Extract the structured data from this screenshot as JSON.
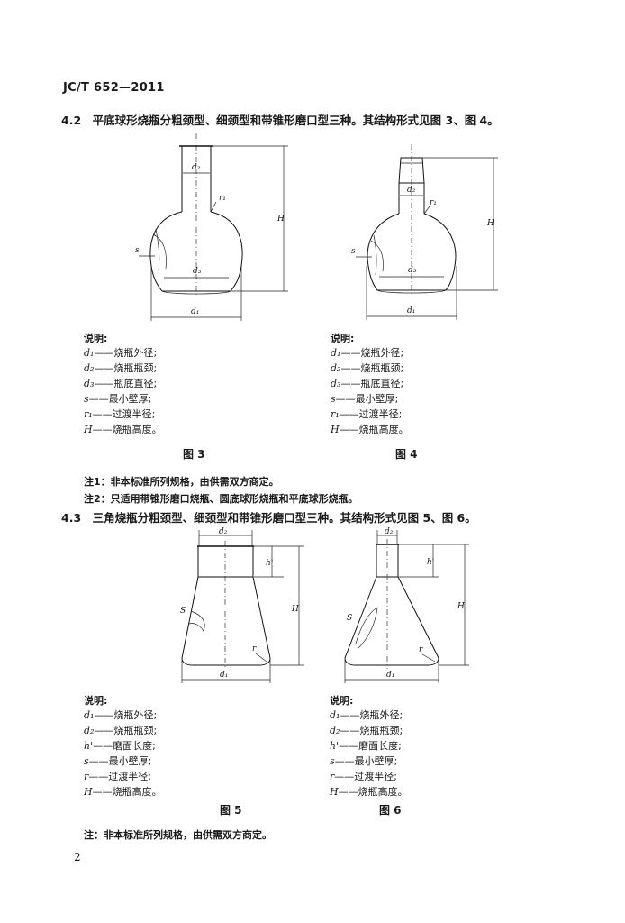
{
  "header": {
    "standard_no": "JC/T 652—2011"
  },
  "sections": {
    "s42": "4.2　平底球形烧瓶分粗颈型、细颈型和带锥形磨口型三种。其结构形式见图 3、图 4。",
    "s43": "4.3　三角烧瓶分粗颈型、细颈型和带锥形磨口型三种。其结构形式见图 5、图 6。"
  },
  "figures": {
    "fig3": {
      "caption": "图 3",
      "labels": {
        "d1": "d₁",
        "d2": "d₂",
        "d3": "d₃",
        "r1": "r₁",
        "H": "H",
        "s": "s"
      },
      "legend_title": "说明:",
      "legend": [
        {
          "sym": "d₁",
          "text": "——烧瓶外径;"
        },
        {
          "sym": "d₂",
          "text": "——烧瓶瓶颈;"
        },
        {
          "sym": "d₃",
          "text": "——瓶底直径;"
        },
        {
          "sym": "s",
          "text": "——最小壁厚;"
        },
        {
          "sym": "r₁",
          "text": "——过渡半径;"
        },
        {
          "sym": "H",
          "text": "——烧瓶高度。"
        }
      ]
    },
    "fig4": {
      "caption": "图 4",
      "labels": {
        "d1": "d₁",
        "d2": "d₂",
        "d3": "d₃",
        "r1": "r₁",
        "H": "H",
        "s": "s"
      },
      "legend_title": "说明:",
      "legend": [
        {
          "sym": "d₁",
          "text": "——烧瓶外径;"
        },
        {
          "sym": "d₂",
          "text": "——烧瓶瓶颈;"
        },
        {
          "sym": "d₃",
          "text": "——瓶底直径;"
        },
        {
          "sym": "s",
          "text": "——最小壁厚;"
        },
        {
          "sym": "r₁",
          "text": "——过渡半径;"
        },
        {
          "sym": "H",
          "text": "——烧瓶高度。"
        }
      ]
    },
    "fig5": {
      "caption": "图 5",
      "labels": {
        "d1": "d₁",
        "d2": "d₂",
        "h": "h'",
        "H": "H",
        "S": "S",
        "r": "r"
      },
      "legend_title": "说明:",
      "legend": [
        {
          "sym": "d₁",
          "text": "——烧瓶外径;"
        },
        {
          "sym": "d₂",
          "text": "——烧瓶瓶颈;"
        },
        {
          "sym": "h'",
          "text": "——磨面长度;"
        },
        {
          "sym": "s",
          "text": "——最小壁厚;"
        },
        {
          "sym": "r",
          "text": "——过渡半径;"
        },
        {
          "sym": "H",
          "text": "——烧瓶高度。"
        }
      ]
    },
    "fig6": {
      "caption": "图 6",
      "labels": {
        "d1": "d₁",
        "d2": "d₂",
        "h": "h'",
        "H": "H",
        "S": "S",
        "r": "r"
      },
      "legend_title": "说明:",
      "legend": [
        {
          "sym": "d₁",
          "text": "——烧瓶外径;"
        },
        {
          "sym": "d₂",
          "text": "——烧瓶瓶颈;"
        },
        {
          "sym": "h'",
          "text": "——磨面长度;"
        },
        {
          "sym": "s",
          "text": "——最小壁厚;"
        },
        {
          "sym": "r",
          "text": "——过渡半径;"
        },
        {
          "sym": "H",
          "text": "——烧瓶高度。"
        }
      ]
    }
  },
  "notes": {
    "n1": "注1：非本标准所列规格，由供需双方商定。",
    "n2": "注2：只适用带锥形磨口烧瓶、圆底球形烧瓶和平底球形烧瓶。",
    "n3": "注：非本标准所列规格，由供需双方商定。"
  },
  "page_number": "2"
}
